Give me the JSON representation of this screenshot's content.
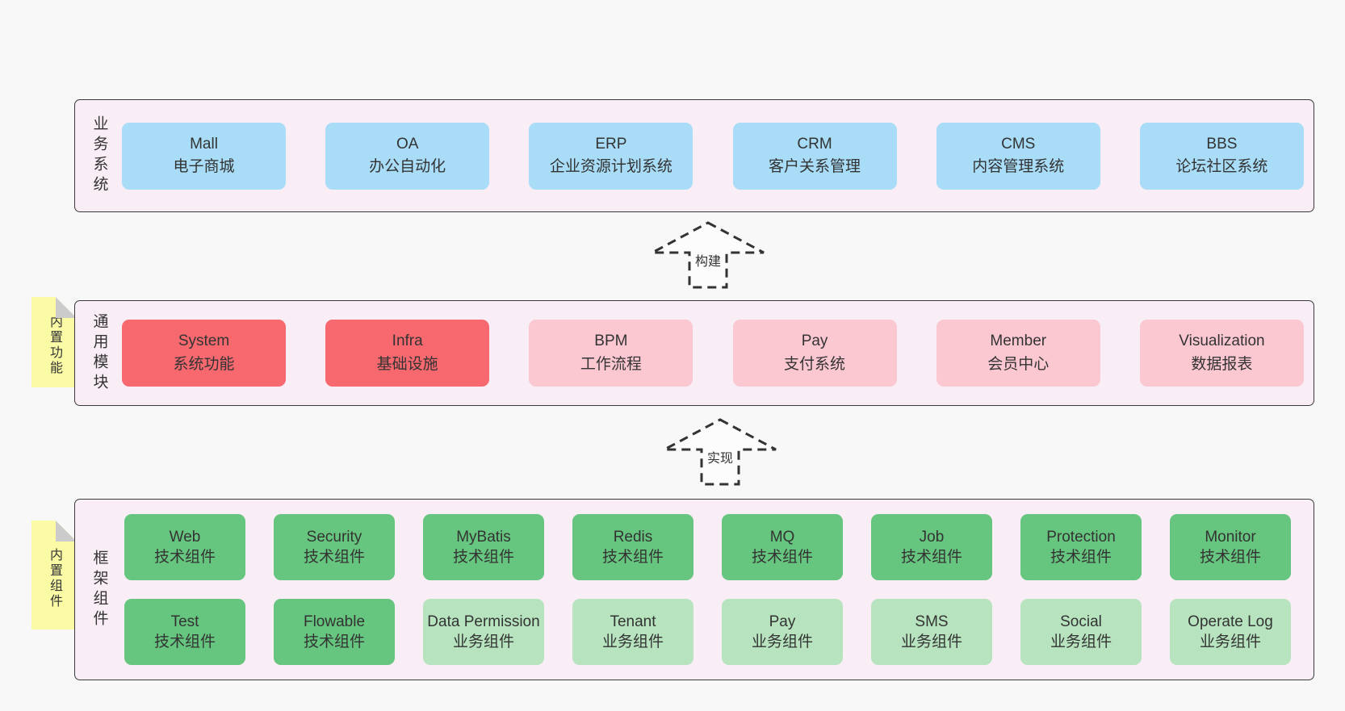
{
  "diagram": {
    "layers": {
      "business": {
        "label": "业务系统",
        "items": [
          {
            "name": "Mall",
            "desc": "电子商城",
            "variant": "blue"
          },
          {
            "name": "OA",
            "desc": "办公自动化",
            "variant": "blue"
          },
          {
            "name": "ERP",
            "desc": "企业资源计划系统",
            "variant": "blue"
          },
          {
            "name": "CRM",
            "desc": "客户关系管理",
            "variant": "blue"
          },
          {
            "name": "CMS",
            "desc": "内容管理系统",
            "variant": "blue"
          },
          {
            "name": "BBS",
            "desc": "论坛社区系统",
            "variant": "blue"
          }
        ]
      },
      "modules": {
        "label": "通用模块",
        "tab": "内置功能",
        "items": [
          {
            "name": "System",
            "desc": "系统功能",
            "variant": "red"
          },
          {
            "name": "Infra",
            "desc": "基础设施",
            "variant": "red"
          },
          {
            "name": "BPM",
            "desc": "工作流程",
            "variant": "pink"
          },
          {
            "name": "Pay",
            "desc": "支付系统",
            "variant": "pink"
          },
          {
            "name": "Member",
            "desc": "会员中心",
            "variant": "pink"
          },
          {
            "name": "Visualization",
            "desc": "数据报表",
            "variant": "pink"
          }
        ]
      },
      "components": {
        "label": "框架组件",
        "tab": "内置组件",
        "row1": [
          {
            "name": "Web",
            "desc": "技术组件",
            "variant": "green"
          },
          {
            "name": "Security",
            "desc": "技术组件",
            "variant": "green"
          },
          {
            "name": "MyBatis",
            "desc": "技术组件",
            "variant": "green"
          },
          {
            "name": "Redis",
            "desc": "技术组件",
            "variant": "green"
          },
          {
            "name": "MQ",
            "desc": "技术组件",
            "variant": "green"
          },
          {
            "name": "Job",
            "desc": "技术组件",
            "variant": "green"
          },
          {
            "name": "Protection",
            "desc": "技术组件",
            "variant": "green"
          },
          {
            "name": "Monitor",
            "desc": "技术组件",
            "variant": "green"
          }
        ],
        "row2": [
          {
            "name": "Test",
            "desc": "技术组件",
            "variant": "green"
          },
          {
            "name": "Flowable",
            "desc": "技术组件",
            "variant": "green"
          },
          {
            "name": "Data Permission",
            "desc": "业务组件",
            "variant": "lightgreen"
          },
          {
            "name": "Tenant",
            "desc": "业务组件",
            "variant": "lightgreen"
          },
          {
            "name": "Pay",
            "desc": "业务组件",
            "variant": "lightgreen"
          },
          {
            "name": "SMS",
            "desc": "业务组件",
            "variant": "lightgreen"
          },
          {
            "name": "Social",
            "desc": "业务组件",
            "variant": "lightgreen"
          },
          {
            "name": "Operate Log",
            "desc": "业务组件",
            "variant": "lightgreen"
          }
        ]
      }
    },
    "arrows": {
      "build": "构建",
      "implement": "实现"
    },
    "colors": {
      "page_bg": "#f8f8f8",
      "layer_bg": "#f9edf6",
      "layer_border": "#3a3a3a",
      "blue": "#a8dcf7",
      "red": "#f7696f",
      "pink": "#fbc8d2",
      "green": "#66c57e",
      "light_green": "#b7e4bf",
      "tab_yellow": "#fbfba6",
      "tab_fold": "#cbcbcb",
      "text": "#333333"
    }
  }
}
